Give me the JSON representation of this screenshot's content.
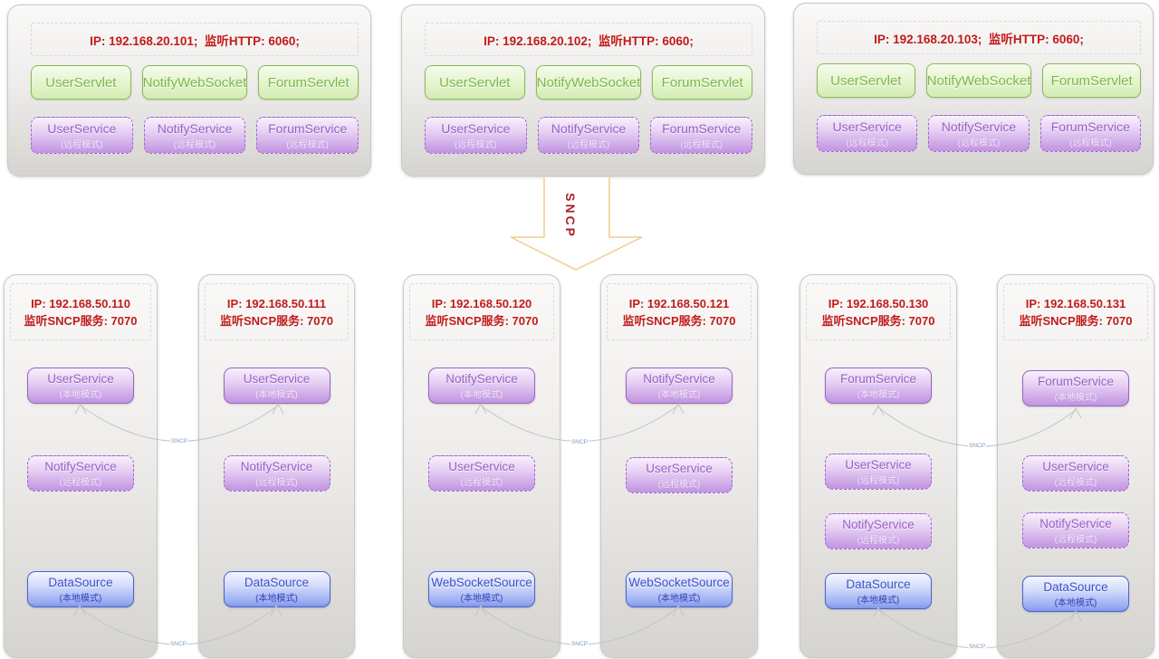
{
  "colors": {
    "red": "#c11b1b",
    "green": "#7cb84c",
    "purple": "#9a5ec6",
    "blue": "#3a50c6",
    "arrow_outline": "#f2cd8a",
    "connector": "#c3c3c3"
  },
  "arrow": {
    "label": "SNCP"
  },
  "connector_label": "SNCP",
  "top_servers": [
    {
      "ip_label": "IP: 192.168.20.101;  监听HTTP: 6060;",
      "servlets": [
        "UserServlet",
        "NotifyWebSocket",
        "ForumServlet"
      ],
      "services": [
        {
          "name": "UserService",
          "mode": "(远程模式)"
        },
        {
          "name": "NotifyService",
          "mode": "(远程模式)"
        },
        {
          "name": "ForumService",
          "mode": "(远程模式)"
        }
      ]
    },
    {
      "ip_label": "IP: 192.168.20.102;  监听HTTP: 6060;",
      "servlets": [
        "UserServlet",
        "NotifyWebSocket",
        "ForumServlet"
      ],
      "services": [
        {
          "name": "UserService",
          "mode": "(远程模式)"
        },
        {
          "name": "NotifyService",
          "mode": "(远程模式)"
        },
        {
          "name": "ForumService",
          "mode": "(远程模式)"
        }
      ]
    },
    {
      "ip_label": "IP: 192.168.20.103;  监听HTTP: 6060;",
      "servlets": [
        "UserServlet",
        "NotifyWebSocket",
        "ForumServlet"
      ],
      "services": [
        {
          "name": "UserService",
          "mode": "(远程模式)"
        },
        {
          "name": "NotifyService",
          "mode": "(远程模式)"
        },
        {
          "name": "ForumService",
          "mode": "(远程模式)"
        }
      ]
    }
  ],
  "bottom_nodes": [
    {
      "ip_line1": "IP: 192.168.50.110",
      "ip_line2": "监听SNCP服务: 7070",
      "items": [
        {
          "name": "UserService",
          "mode": "(本地模式)"
        },
        {
          "name": "NotifyService",
          "mode": "(远程模式)"
        },
        {
          "name": "DataSource",
          "mode": "(本地模式)"
        }
      ]
    },
    {
      "ip_line1": "IP: 192.168.50.111",
      "ip_line2": "监听SNCP服务: 7070",
      "items": [
        {
          "name": "UserService",
          "mode": "(本地模式)"
        },
        {
          "name": "NotifyService",
          "mode": "(远程模式)"
        },
        {
          "name": "DataSource",
          "mode": "(本地模式)"
        }
      ]
    },
    {
      "ip_line1": "IP: 192.168.50.120",
      "ip_line2": "监听SNCP服务: 7070",
      "items": [
        {
          "name": "NotifyService",
          "mode": "(本地模式)"
        },
        {
          "name": "UserService",
          "mode": "(远程模式)"
        },
        {
          "name": "WebSocketSource",
          "mode": "(本地模式)"
        }
      ]
    },
    {
      "ip_line1": "IP: 192.168.50.121",
      "ip_line2": "监听SNCP服务: 7070",
      "items": [
        {
          "name": "NotifyService",
          "mode": "(本地模式)"
        },
        {
          "name": "UserService",
          "mode": "(远程模式)"
        },
        {
          "name": "WebSocketSource",
          "mode": "(本地模式)"
        }
      ]
    },
    {
      "ip_line1": "IP: 192.168.50.130",
      "ip_line2": "监听SNCP服务: 7070",
      "items": [
        {
          "name": "ForumService",
          "mode": "(本地模式)"
        },
        {
          "name": "UserService",
          "mode": "(远程模式)"
        },
        {
          "name": "NotifyService",
          "mode": "(远程模式)"
        },
        {
          "name": "DataSource",
          "mode": "(本地模式)"
        }
      ]
    },
    {
      "ip_line1": "IP: 192.168.50.131",
      "ip_line2": "监听SNCP服务: 7070",
      "items": [
        {
          "name": "ForumService",
          "mode": "(本地模式)"
        },
        {
          "name": "UserService",
          "mode": "(远程模式)"
        },
        {
          "name": "NotifyService",
          "mode": "(远程模式)"
        },
        {
          "name": "DataSource",
          "mode": "(本地模式)"
        }
      ]
    }
  ]
}
